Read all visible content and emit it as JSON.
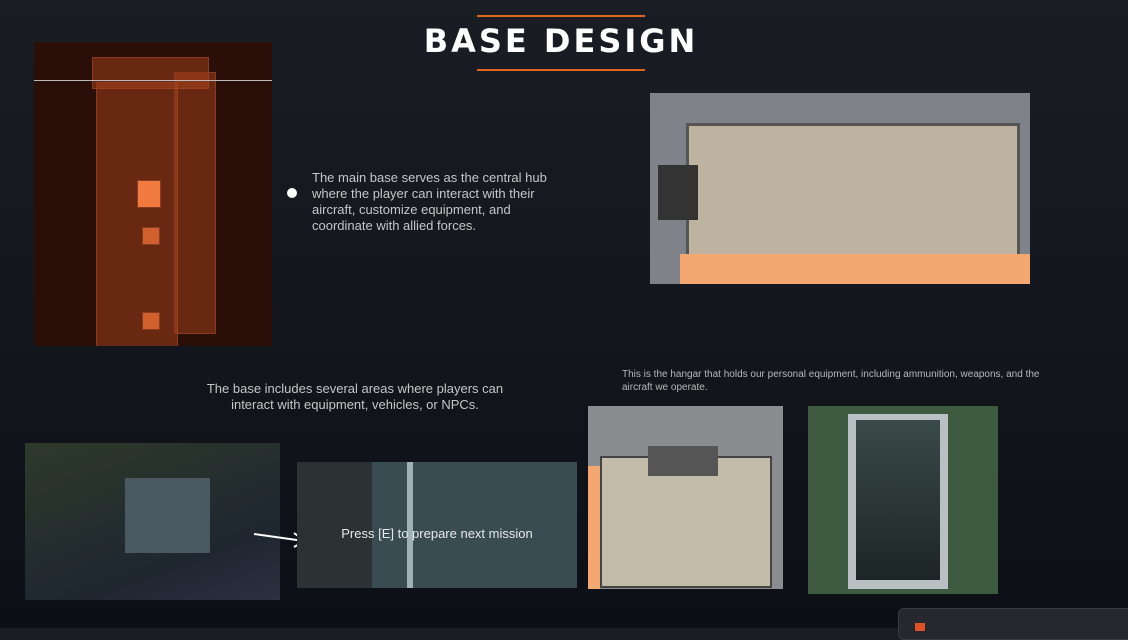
{
  "header": {
    "title": "BASE DESIGN"
  },
  "section1": {
    "description": "The main base serves as the central hub where the player can interact with their aircraft, customize equipment, and coordinate with allied forces."
  },
  "section2": {
    "description": "The base includes several areas where players can interact with equipment, vehicles, or NPCs.",
    "prompt_text": "Press [E] to prepare next mission"
  },
  "section3": {
    "description": "This is the hangar that holds our personal equipment, including ammunition, weapons, and the aircraft we operate."
  },
  "colors": {
    "accent": "#e0651e",
    "background": "#14171d"
  }
}
